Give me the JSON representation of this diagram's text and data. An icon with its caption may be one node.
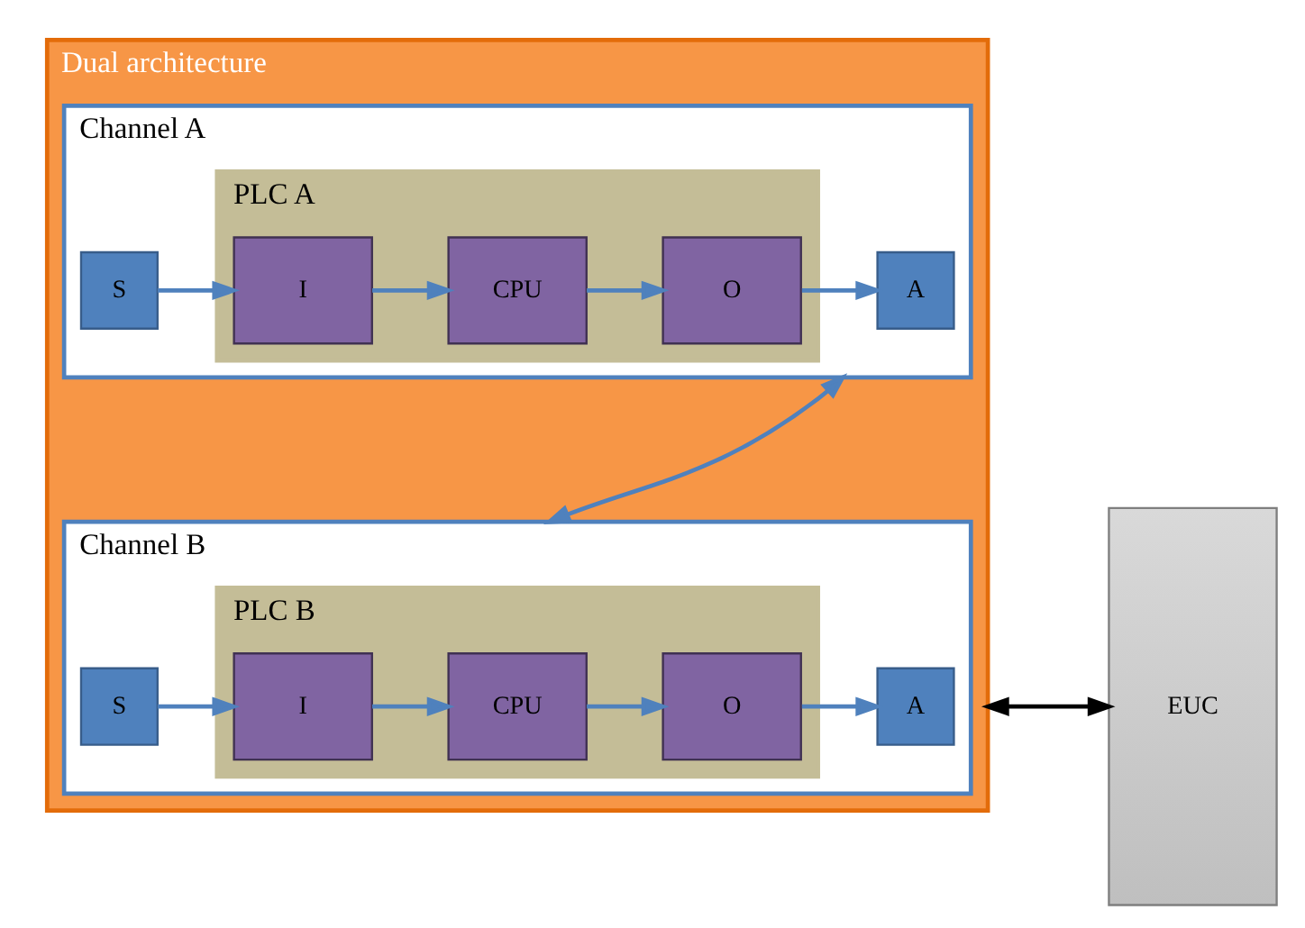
{
  "diagram": {
    "nodes": [
      {
        "text": [
          "Dual architecture"
        ]
      },
      {
        "text": [
          "Channel A"
        ],
        "in": 0
      },
      {
        "text": [
          "PLC A"
        ],
        "in": 1
      },
      {
        "text": [
          "S"
        ],
        "in": 1
      },
      {
        "text": [
          "I"
        ],
        "in": 2
      },
      {
        "text": [
          "CPU"
        ],
        "in": 2
      },
      {
        "text": [
          "O"
        ],
        "in": 2
      },
      {
        "text": [
          "A"
        ],
        "in": 1
      },
      {
        "text": [
          "Channel B"
        ],
        "in": 0
      },
      {
        "text": [
          "PLC B"
        ],
        "in": 8
      },
      {
        "text": [
          "S"
        ],
        "in": 8
      },
      {
        "text": [
          "I"
        ],
        "in": 9
      },
      {
        "text": [
          "CPU"
        ],
        "in": 9
      },
      {
        "text": [
          "O"
        ],
        "in": 9
      },
      {
        "text": [
          "A"
        ],
        "in": 8
      },
      {
        "text": [
          "EUC"
        ]
      }
    ],
    "edges": [
      {
        "from": 3,
        "to": 4,
        "arrow": "to"
      },
      {
        "from": 4,
        "to": 5,
        "arrow": "to"
      },
      {
        "from": 5,
        "to": 6,
        "arrow": "to"
      },
      {
        "from": 6,
        "to": 7,
        "arrow": "to"
      },
      {
        "from": 10,
        "to": 11,
        "arrow": "to"
      },
      {
        "from": 11,
        "to": 12,
        "arrow": "to"
      },
      {
        "from": 12,
        "to": 13,
        "arrow": "to"
      },
      {
        "from": 13,
        "to": 14,
        "arrow": "to"
      },
      {
        "from": 1,
        "to": 8,
        "arrow": "both"
      },
      {
        "from": 0,
        "to": 15,
        "arrow": "both",
        "color": "#000000"
      }
    ]
  }
}
